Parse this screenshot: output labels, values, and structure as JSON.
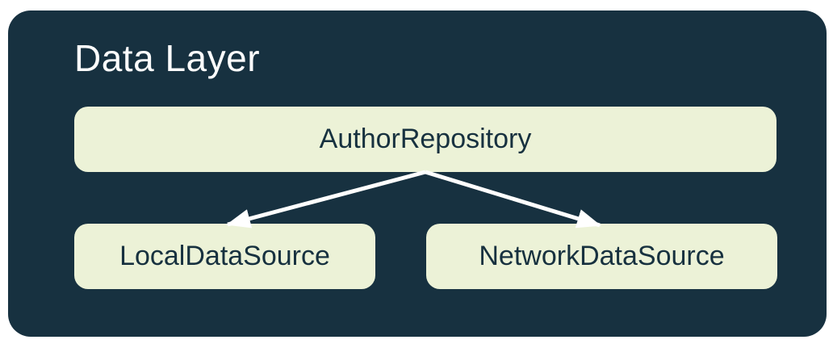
{
  "diagram": {
    "title": "Data Layer",
    "nodes": [
      {
        "id": "author-repository",
        "label": "AuthorRepository"
      },
      {
        "id": "local-data-source",
        "label": "LocalDataSource"
      },
      {
        "id": "network-data-source",
        "label": "NetworkDataSource"
      }
    ],
    "edges": [
      {
        "from": "AuthorRepository",
        "to": "LocalDataSource",
        "style": "arrow"
      },
      {
        "from": "AuthorRepository",
        "to": "NetworkDataSource",
        "style": "arrow"
      }
    ],
    "colors": {
      "page_background": "#ffffff",
      "container_background": "#173140",
      "node_background": "#ecf2d7",
      "node_text": "#17313f",
      "title_text": "#fdfdfd",
      "arrow": "#ffffff"
    }
  }
}
